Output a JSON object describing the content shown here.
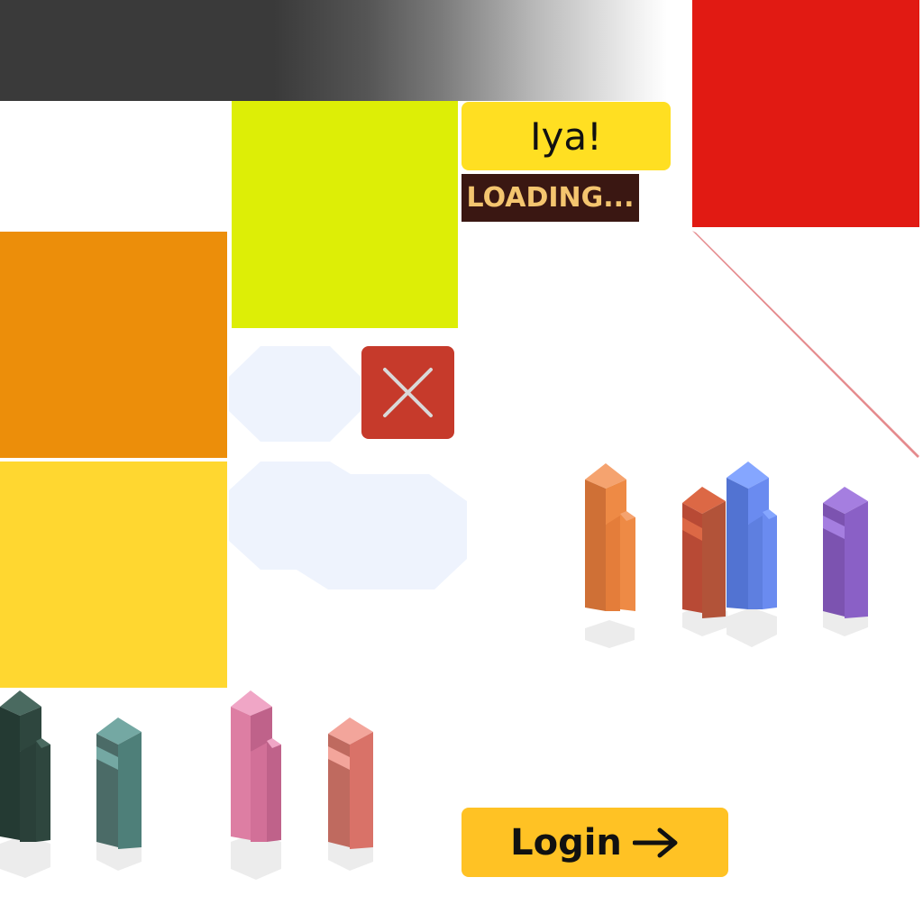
{
  "labels": {
    "greeting": "Iya!",
    "loading": "LOADING...",
    "login": "Login"
  },
  "icons": {
    "close": "close-icon",
    "login_arrow": "arrow-right-icon"
  },
  "colors": {
    "tile_red": "#e11a13",
    "tile_lime": "#ddee06",
    "tile_orange": "#ec8e0a",
    "tile_yellow": "#ffd730",
    "greeting_bg": "#ffdf22",
    "loading_bg": "#3a1712",
    "loading_text": "#f4c56f",
    "close_bg": "#c63a2b",
    "login_bg": "#ffc224",
    "bubble": "#eef3fd"
  },
  "towers": [
    {
      "name": "orange",
      "colors": [
        "#f5a36f",
        "#cf7036",
        "#ee8a45"
      ]
    },
    {
      "name": "red",
      "colors": [
        "#dc6845",
        "#b84a35",
        "#b25339"
      ]
    },
    {
      "name": "blue",
      "colors": [
        "#85a6ff",
        "#5273d2",
        "#6a8bf0"
      ]
    },
    {
      "name": "purple",
      "colors": [
        "#a57ee0",
        "#7c53b0",
        "#8a60c6"
      ]
    },
    {
      "name": "dark-green",
      "colors": [
        "#4a6a60",
        "#243a33",
        "#2e463e"
      ]
    },
    {
      "name": "teal",
      "colors": [
        "#74a8a3",
        "#4b6b67",
        "#4e7f79"
      ]
    },
    {
      "name": "pink",
      "colors": [
        "#f0a6c6",
        "#dd7ea3",
        "#bf628a"
      ]
    },
    {
      "name": "salmon",
      "colors": [
        "#f3a59b",
        "#bf6a5f",
        "#d97268"
      ]
    }
  ]
}
